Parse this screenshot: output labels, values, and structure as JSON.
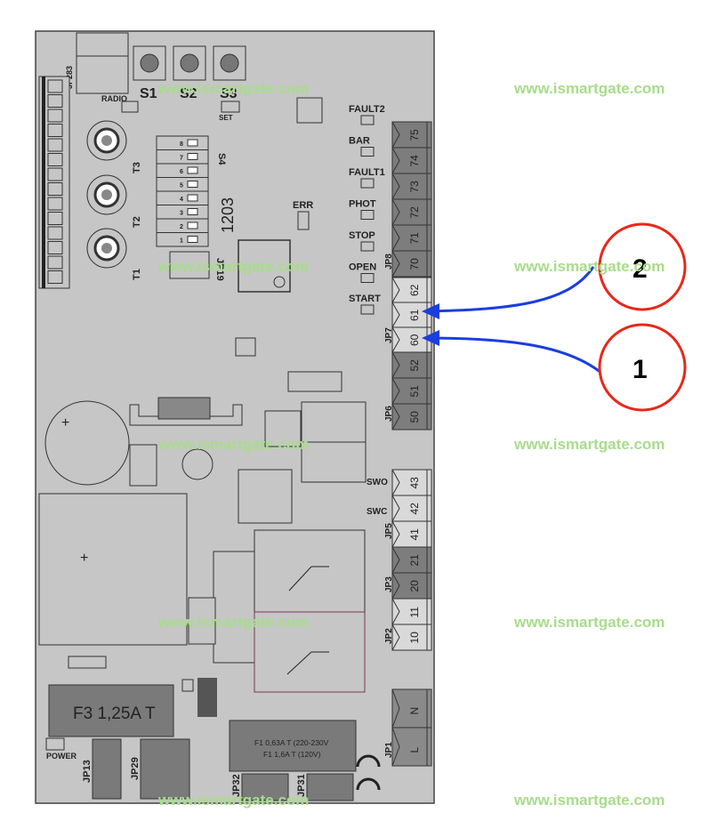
{
  "board": {
    "buttons": [
      "S1",
      "S2",
      "S3"
    ],
    "set_label": "SET",
    "radio_label": "RADIO",
    "jp283": "JP283",
    "trimmers": [
      "T3",
      "T2",
      "T1"
    ],
    "dip_switch": {
      "label": "S4",
      "numbers": [
        "8",
        "7",
        "6",
        "5",
        "4",
        "3",
        "2",
        "1"
      ],
      "code": "1203"
    },
    "jp19": "JP19",
    "err_label": "ERR",
    "leds": [
      "FAULT2",
      "BAR",
      "FAULT1",
      "PHOT",
      "STOP",
      "OPEN",
      "START"
    ],
    "swo": "SWO",
    "swc": "SWC",
    "power_label": "POWER",
    "fuse3": "F3 1,25A T",
    "fuse1_line1": "F1 0,63A T (220-230V",
    "fuse1_line2": "F1 1,6A T (120V)",
    "headers": {
      "jp13": "JP13",
      "jp29": "JP29",
      "jp32": "JP32",
      "jp31": "JP31"
    }
  },
  "terminals": {
    "jp8": {
      "label": "JP8",
      "pins": [
        "75",
        "74",
        "73",
        "72",
        "71",
        "70"
      ]
    },
    "jp7": {
      "label": "JP7",
      "pins": [
        "62",
        "61",
        "60"
      ]
    },
    "jp6": {
      "label": "JP6",
      "pins": [
        "52",
        "51",
        "50"
      ]
    },
    "jp5": {
      "label": "JP5",
      "pins": [
        "43",
        "42",
        "41"
      ]
    },
    "jp3": {
      "label": "JP3",
      "pins": [
        "21",
        "20"
      ]
    },
    "jp2": {
      "label": "JP2",
      "pins": [
        "11",
        "10"
      ]
    },
    "jp1": {
      "label": "JP1",
      "pins": [
        "N",
        "L"
      ]
    }
  },
  "annotations": [
    {
      "number": "2",
      "target_pin": "61"
    },
    {
      "number": "1",
      "target_pin": "60"
    }
  ],
  "watermark": "www.ismartgate.com",
  "colors": {
    "board": "#c6c6c6",
    "dark_terminal": "#7a7a7a",
    "light_terminal": "#d8d8d8",
    "callout_circle": "#e8271a",
    "arrow": "#1a3ee0",
    "watermark": "#a8dc8c"
  }
}
